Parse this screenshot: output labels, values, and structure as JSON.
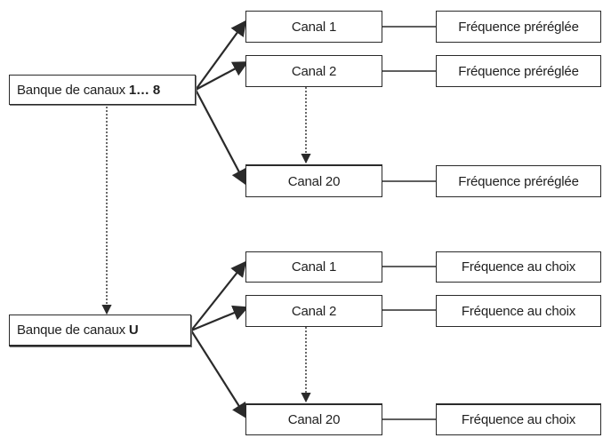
{
  "top_group": {
    "bank_label": "Banque de canaux",
    "bank_suffix": "1… 8",
    "channels": [
      "Canal 1",
      "Canal 2",
      "Canal 20"
    ],
    "frequencies": [
      "Fréquence préréglée",
      "Fréquence préréglée",
      "Fréquence préréglée"
    ]
  },
  "bottom_group": {
    "bank_label": "Banque de canaux",
    "bank_suffix": "U",
    "channels": [
      "Canal 1",
      "Canal 2",
      "Canal 20"
    ],
    "frequencies": [
      "Fréquence au choix",
      "Fréquence au choix",
      "Fréquence au choix"
    ]
  },
  "colors": {
    "line": "#2a2a2a",
    "text": "#1f1f1f",
    "background": "#ffffff"
  }
}
